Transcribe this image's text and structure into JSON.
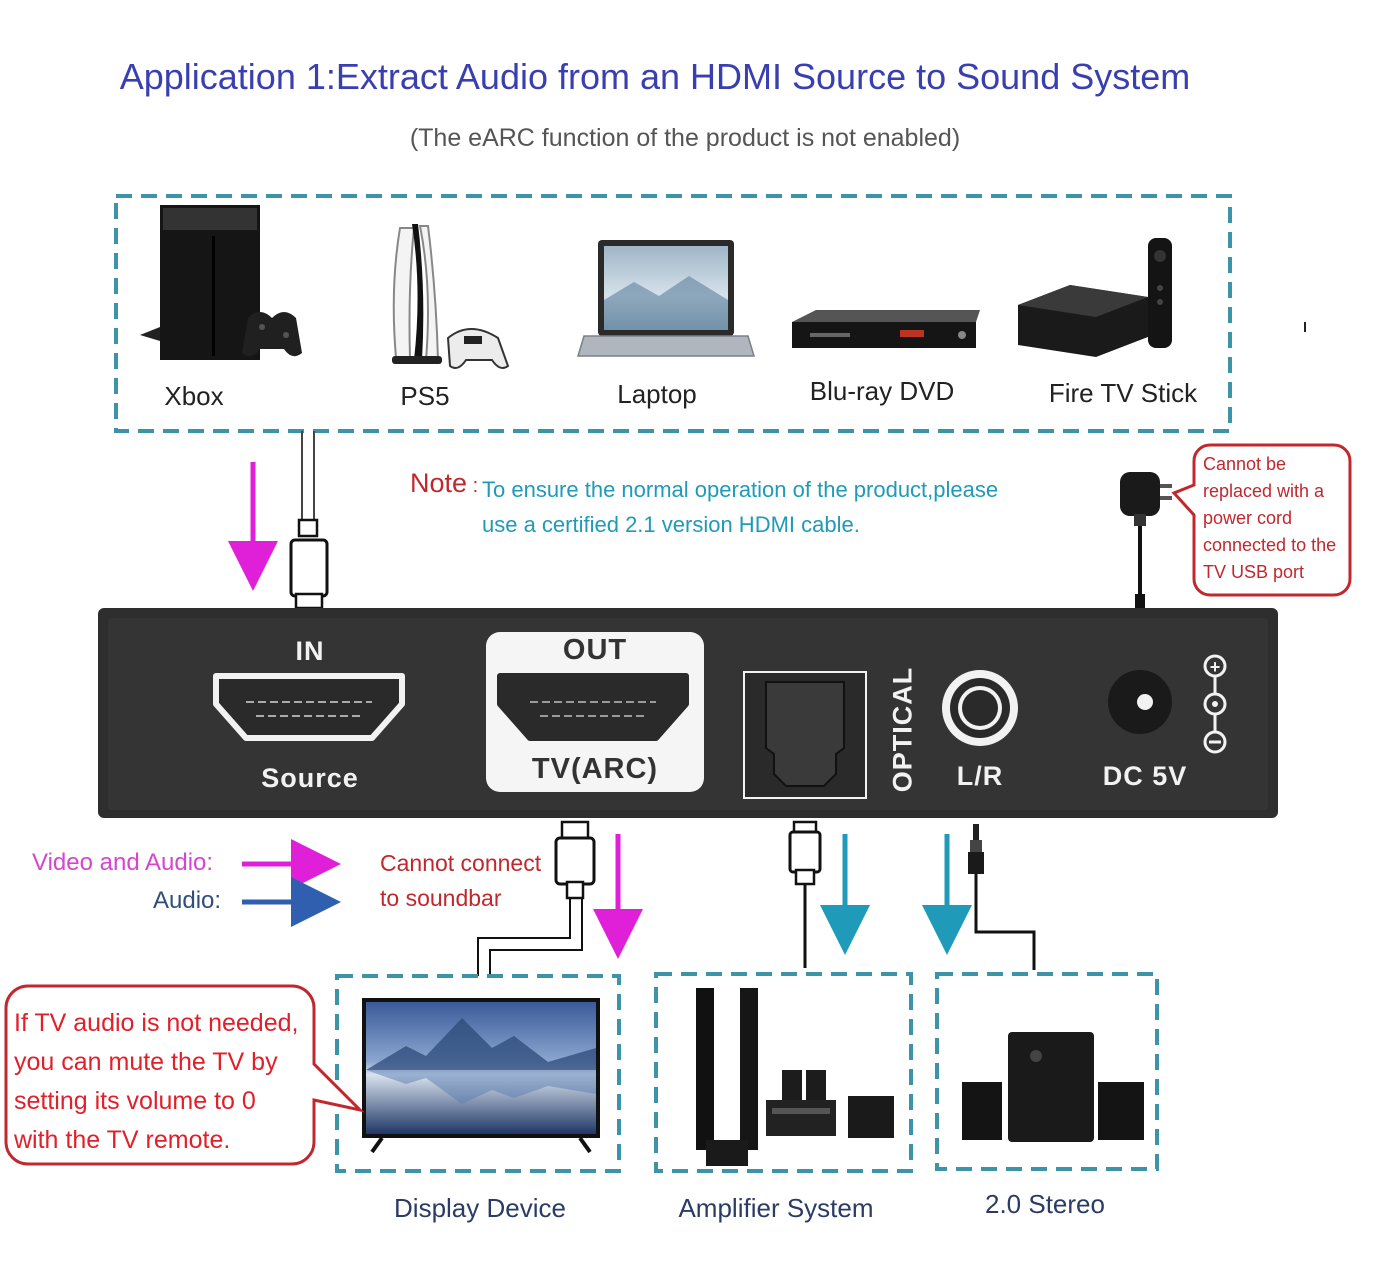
{
  "header": {
    "title": "Application 1:Extract Audio from an HDMI Source to Sound System",
    "subtitle": "(The eARC function of the product is not enabled)"
  },
  "sources": [
    {
      "label": "Xbox",
      "icon": "xbox-console-icon"
    },
    {
      "label": "PS5",
      "icon": "ps5-console-icon"
    },
    {
      "label": "Laptop",
      "icon": "laptop-icon"
    },
    {
      "label": "Blu-ray DVD",
      "icon": "bluray-player-icon"
    },
    {
      "label": "Fire TV Stick",
      "icon": "tv-box-icon"
    }
  ],
  "note": {
    "head": "Note",
    "line1": "To ensure the normal operation of the product,please",
    "line2": "use a certified 2.1 version HDMI cable."
  },
  "power_callout": {
    "lines": [
      "Cannot be",
      "replaced with a",
      "power cord",
      "connected to the",
      "TV USB port"
    ]
  },
  "device": {
    "in_top": "IN",
    "in_bottom": "Source",
    "out_top": "OUT",
    "out_bottom": "TV(ARC)",
    "optical": "OPTICAL",
    "lr": "L/R",
    "dc": "DC 5V"
  },
  "legend": {
    "video_audio": "Video and Audio:",
    "audio": "Audio:"
  },
  "cannot_connect": {
    "line1": "Cannot connect",
    "line2": "to soundbar"
  },
  "tv_callout": {
    "lines": [
      "If TV audio is not needed,",
      "you can mute the TV by",
      "setting its volume to 0",
      "with the TV remote."
    ]
  },
  "destinations": [
    {
      "label": "Display Device",
      "icon": "tv-icon"
    },
    {
      "label": "Amplifier System",
      "icon": "speaker-system-icon"
    },
    {
      "label": "2.0 Stereo",
      "icon": "stereo-speakers-icon"
    }
  ],
  "colors": {
    "title": "#3a3fb0",
    "dashed_box": "#3d93a8",
    "magenta_arrow": "#e020d8",
    "blue_arrow": "#1f9ab8",
    "note_red": "#c0282e",
    "note_cyan": "#1f9ab8",
    "device_body": "#2d2d2d"
  }
}
